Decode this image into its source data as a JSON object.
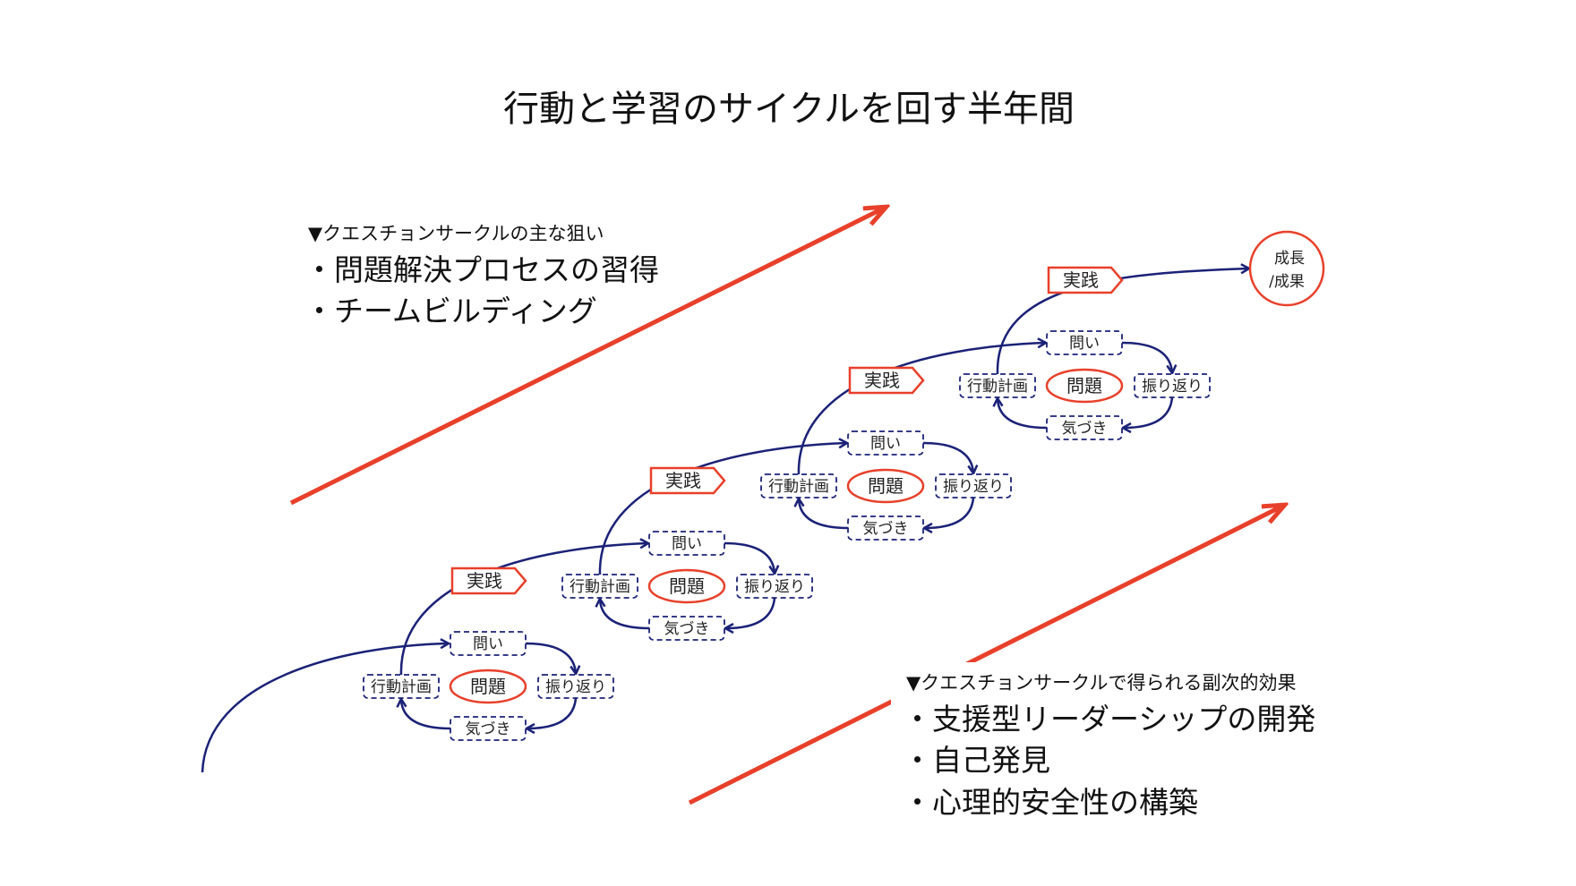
{
  "title": "行動と学習のサイクルを回す半年間",
  "goals": {
    "header": "▼クエスチョンサークルの主な狙い",
    "items": [
      "・問題解決プロセスの習得",
      "・チームビルディング"
    ]
  },
  "effects": {
    "header": "▼クエスチョンサークルで得られる副次的効果",
    "items": [
      "・支援型リーダーシップの開発",
      "・自己発見",
      "・心理的安全性の構築"
    ]
  },
  "cycle_labels": {
    "question": "問い",
    "problem": "問題",
    "reflection": "振り返り",
    "insight": "気づき",
    "action_plan": "行動計画",
    "practice": "実践"
  },
  "cycle_count": 4,
  "goal_circle": {
    "line1": "成長",
    "line2": "/成果"
  },
  "colors": {
    "red": "#e8402a",
    "navy": "#1b2277"
  }
}
